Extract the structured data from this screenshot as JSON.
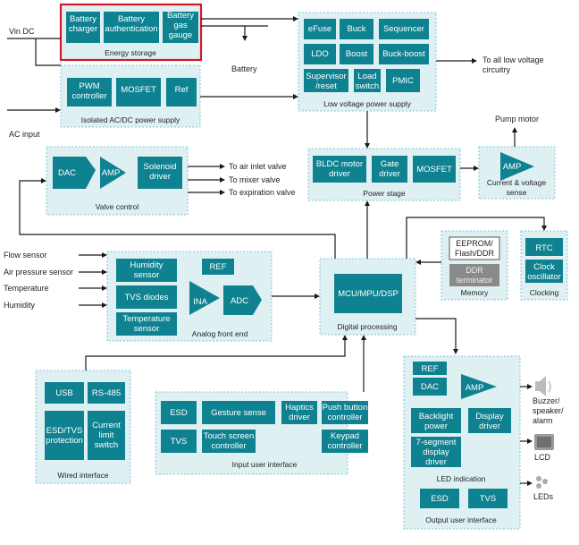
{
  "groups": {
    "energy_storage": "Energy storage",
    "acdc": "Isolated AC/DC power supply",
    "lv_supply": "Low voltage power supply",
    "valve": "Valve control",
    "power_stage": "Power stage",
    "current_sense": "Current & voltage\nsense",
    "memory": "Memory",
    "clocking": "Clocking",
    "afe": "Analog front end",
    "digital": "Digital processing",
    "wired": "Wired interface",
    "input_ui": "Input user interface",
    "led_ind": "LED indication",
    "output_ui": "Output user interface"
  },
  "blocks": {
    "battery_charger": "Battery\ncharger",
    "battery_auth": "Battery\nauthentication",
    "battery_gauge": "Battery\ngas\ngauge",
    "pwm": "PWM\ncontroller",
    "mosfet_acdc": "MOSFET",
    "ref_acdc": "Ref",
    "efuse": "eFuse",
    "buck": "Buck",
    "sequencer": "Sequencer",
    "ldo": "LDO",
    "boost": "Boost",
    "buck_boost": "Buck-boost",
    "supervisor": "Supervisor\n/reset",
    "load_switch": "Load\nswitch",
    "pmic": "PMIC",
    "dac_valve": "DAC",
    "amp_valve": "AMP",
    "solenoid": "Solenoid\ndriver",
    "bldc": "BLDC motor\ndriver",
    "gate": "Gate\ndriver",
    "mosfet_ps": "MOSFET",
    "amp_cs": "AMP",
    "eeprom": "EEPROM/\nFlash/DDR",
    "ddr_term": "DDR\nterminator",
    "rtc": "RTC",
    "clock_osc": "Clock\noscillator",
    "humidity": "Humidity\nsensor",
    "ref_afe": "REF",
    "tvs_afe": "TVS diodes",
    "temp_sensor": "Temperature\nsensor",
    "ina": "INA",
    "adc": "ADC",
    "mcu": "MCU/MPU/DSP",
    "usb": "USB",
    "rs485": "RS-485",
    "esd_tvs": "ESD/TVS\nprotection",
    "current_limit": "Current\nlimit\nswitch",
    "esd_in": "ESD",
    "gesture": "Gesture sense",
    "haptics": "Haptics\ndriver",
    "push_btn": "Push button\ncontroller",
    "tvs_in": "TVS",
    "touch": "Touch screen\ncontroller",
    "keypad": "Keypad\ncontroller",
    "ref_out": "REF",
    "dac_out": "DAC",
    "amp_out": "AMP",
    "backlight": "Backlight\npower",
    "display": "Display\ndriver",
    "seven_seg": "7-segment\ndisplay\ndriver",
    "esd_out": "ESD",
    "tvs_out": "TVS"
  },
  "labels": {
    "vin_dc": "Vin DC",
    "ac_input": "AC input",
    "battery": "Battery",
    "lv_out": "To all low voltage\ncircuitry",
    "pump": "Pump motor",
    "air_inlet": "To air inlet valve",
    "mixer": "To mixer valve",
    "expiration": "To expiration valve",
    "flow": "Flow sensor",
    "air_pressure": "Air pressure sensor",
    "temperature": "Temperature",
    "humidity_in": "Humidity",
    "buzzer": "Buzzer/\nspeaker/\nalarm",
    "lcd": "LCD",
    "leds": "LEDs"
  },
  "icons": {
    "speaker": "speaker-icon",
    "lcd": "lcd-icon",
    "leds": "led-icon"
  },
  "colors": {
    "block": "#0f8291",
    "group_fill": "#dff0f3",
    "highlight": "#d11b26"
  }
}
